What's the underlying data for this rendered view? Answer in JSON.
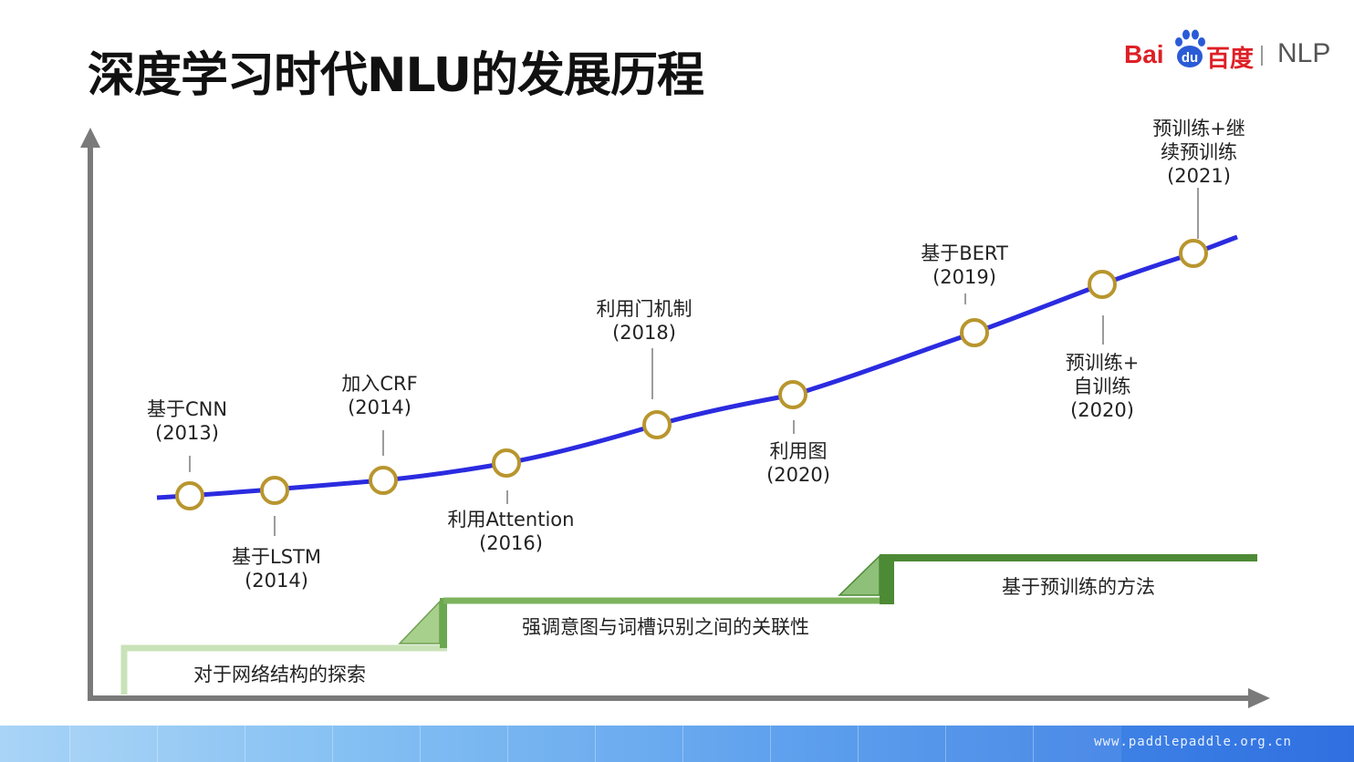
{
  "title": "深度学习时代NLU的发展历程",
  "logo": {
    "bai": "Bai",
    "du": "du",
    "baidu_cn": "百度",
    "product": "NLP"
  },
  "milestones": [
    {
      "line1": "基于CNN",
      "line2": "(2013)"
    },
    {
      "line1": "基于LSTM",
      "line2": "(2014)"
    },
    {
      "line1": "加入CRF",
      "line2": "(2014)"
    },
    {
      "line1": "利用Attention",
      "line2": "(2016)"
    },
    {
      "line1": "利用门机制",
      "line2": "(2018)"
    },
    {
      "line1": "利用图",
      "line2": "(2020)"
    },
    {
      "line1": "基于BERT",
      "line2": "(2019)"
    },
    {
      "line1": "预训练+",
      "line2": "自训练",
      "line3": "(2020)"
    },
    {
      "line1": "预训练+继",
      "line2": "续预训练",
      "line3": "(2021)"
    }
  ],
  "stages": [
    {
      "label": "对于网络结构的探索"
    },
    {
      "label": "强调意图与词槽识别之间的关联性"
    },
    {
      "label": "基于预训练的方法"
    }
  ],
  "footer": {
    "url": "www.paddlepaddle.org.cn"
  },
  "colors": {
    "curve": "#2b2be0",
    "node_ring": "#b8962e",
    "stage1": "#c9e3b8",
    "stage2": "#7cb35c",
    "stage3": "#4d8a35",
    "axis": "#7a7a7a"
  }
}
